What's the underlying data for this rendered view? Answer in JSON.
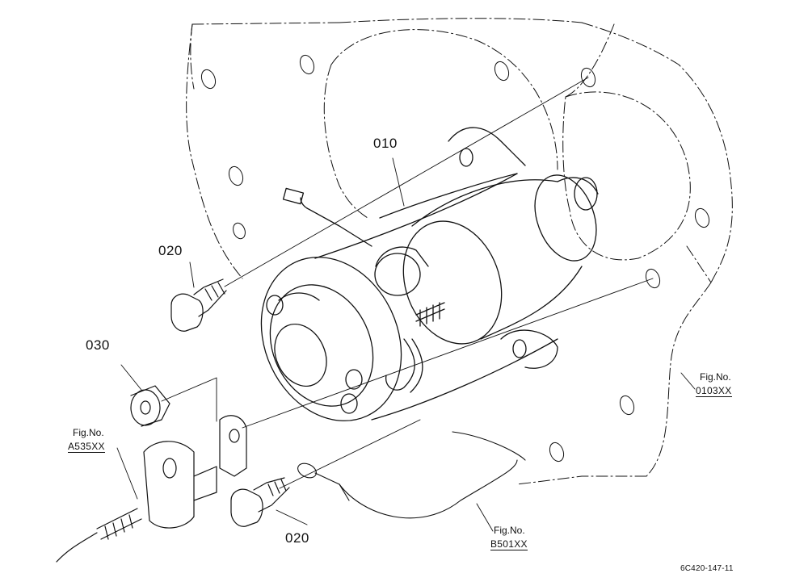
{
  "parts": {
    "p010": "010",
    "p020_top": "020",
    "p020_bottom": "020",
    "p030": "030"
  },
  "figrefs": {
    "left": {
      "label": "Fig.No.",
      "ref": "A535XX"
    },
    "right": {
      "label": "Fig.No.",
      "ref": "0103XX"
    },
    "bottom": {
      "label": "Fig.No.",
      "ref": "B501XX"
    }
  },
  "drawing_code": "6C420-147-11",
  "colors": {
    "ink": "#111111",
    "paper": "#ffffff"
  }
}
